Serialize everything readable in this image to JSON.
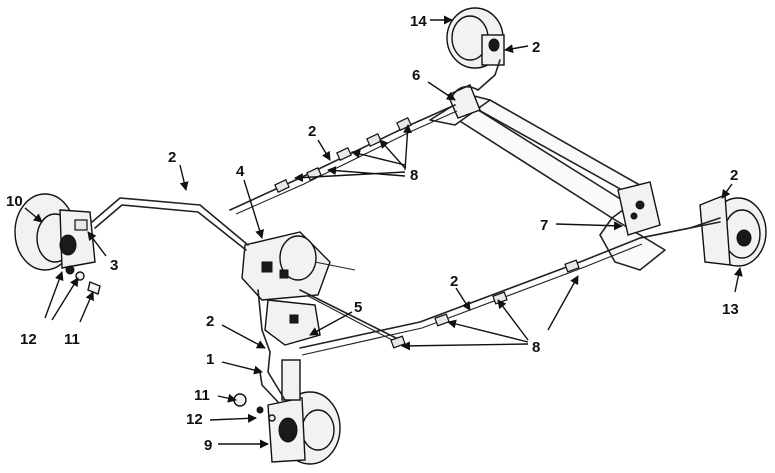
{
  "callouts": {
    "c1": "1",
    "c2a": "2",
    "c2b": "2",
    "c2c": "2",
    "c2d": "2",
    "c2e": "2",
    "c2f": "2",
    "c3": "3",
    "c4": "4",
    "c5": "5",
    "c6": "6",
    "c7": "7",
    "c8a": "8",
    "c8b": "8",
    "c9": "9",
    "c10": "10",
    "c11a": "11",
    "c11b": "11",
    "c12a": "12",
    "c12b": "12",
    "c13": "13",
    "c14": "14"
  }
}
